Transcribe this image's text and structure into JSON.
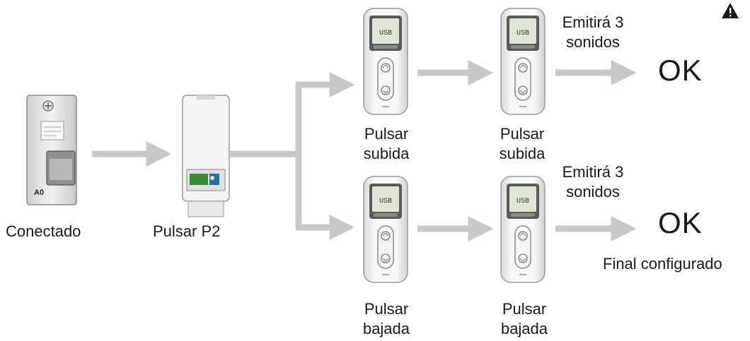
{
  "labels": {
    "connected": "Conectado",
    "press_p2": "Pulsar P2",
    "press_up_1": [
      "Pulsar",
      "subida"
    ],
    "press_up_2": [
      "Pulsar",
      "subida"
    ],
    "press_down_1": [
      "Pulsar",
      "bajada"
    ],
    "press_down_2": [
      "Pulsar",
      "bajada"
    ],
    "beeps_top": [
      "Emitirá 3",
      "sonidos"
    ],
    "beeps_bottom": [
      "Emitirá 3",
      "sonidos"
    ],
    "ok_top": "OK",
    "ok_bottom": "OK",
    "final": "Final configurado"
  },
  "device_screen_text": "USB",
  "breaker_label": "A0",
  "icons": {
    "warning": "warning-triangle-icon",
    "breaker": "circuit-breaker-icon",
    "receiver": "receiver-module-icon",
    "remote": "remote-control-icon"
  },
  "colors": {
    "arrow": "#c8c8c8",
    "device_body": "#f0f0f0",
    "screen": "#dfe6d6",
    "pcb": "#3a8a3a"
  }
}
